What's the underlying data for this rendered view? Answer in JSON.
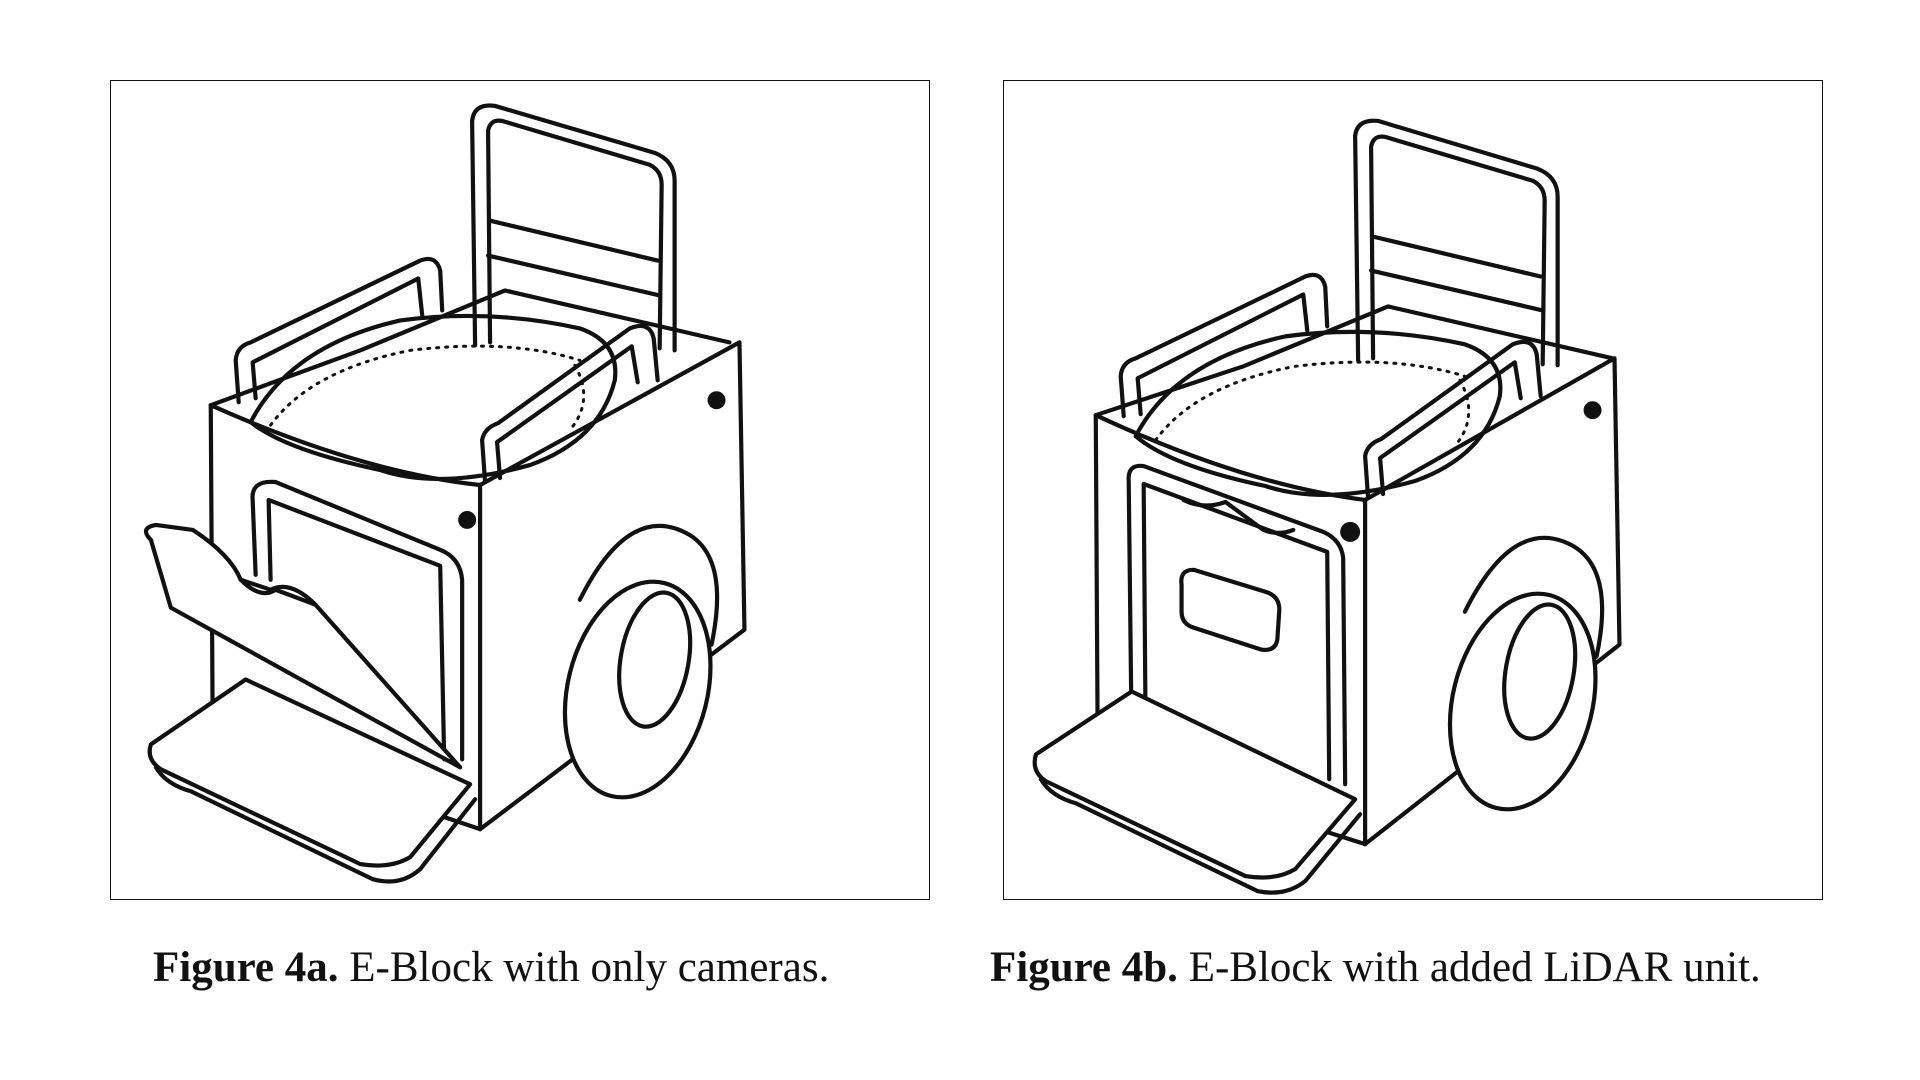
{
  "figures": [
    {
      "id": "4a",
      "label": "Figure 4a.",
      "text": " E-Block with only cameras.",
      "illustration": "hand-drawn e-block cart with open front flap"
    },
    {
      "id": "4b",
      "label": "Figure 4b.",
      "text": " E-Block with added LiDAR unit.",
      "illustration": "hand-drawn e-block cart with lidar unit on front panel"
    }
  ]
}
